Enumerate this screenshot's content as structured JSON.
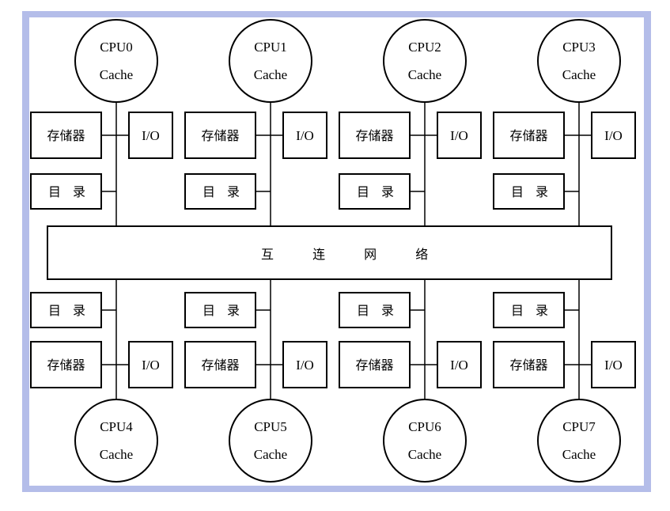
{
  "nodes": [
    {
      "cpu": "CPU0",
      "cache": "Cache",
      "memory": "存储器",
      "io": "I/O",
      "directory": "目 录"
    },
    {
      "cpu": "CPU1",
      "cache": "Cache",
      "memory": "存储器",
      "io": "I/O",
      "directory": "目 录"
    },
    {
      "cpu": "CPU2",
      "cache": "Cache",
      "memory": "存储器",
      "io": "I/O",
      "directory": "目 录"
    },
    {
      "cpu": "CPU3",
      "cache": "Cache",
      "memory": "存储器",
      "io": "I/O",
      "directory": "目 录"
    },
    {
      "cpu": "CPU4",
      "cache": "Cache",
      "memory": "存储器",
      "io": "I/O",
      "directory": "目 录"
    },
    {
      "cpu": "CPU5",
      "cache": "Cache",
      "memory": "存储器",
      "io": "I/O",
      "directory": "目 录"
    },
    {
      "cpu": "CPU6",
      "cache": "Cache",
      "memory": "存储器",
      "io": "I/O",
      "directory": "目 录"
    },
    {
      "cpu": "CPU7",
      "cache": "Cache",
      "memory": "存储器",
      "io": "I/O",
      "directory": "目 录"
    }
  ],
  "network": {
    "label": "互 连 网 络"
  },
  "colors": {
    "border": "#b4bde9",
    "line": "#000000",
    "background": "#ffffff"
  }
}
